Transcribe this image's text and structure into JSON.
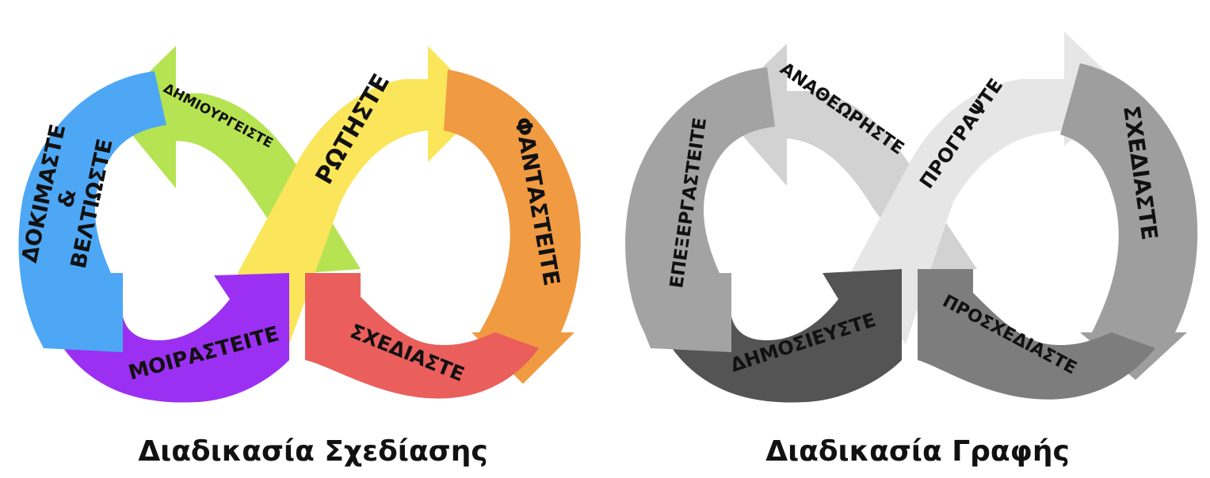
{
  "design_process": {
    "caption": "Διαδικασία Σχεδίασης",
    "segments": [
      {
        "id": "create",
        "label": "ΔΗΜΙΟΥΡΓΕΙΣΤΕ",
        "color": "#b6e352"
      },
      {
        "id": "ask",
        "label": "ΡΩΤΗΣΤΕ",
        "color": "#fbe55a"
      },
      {
        "id": "imagine",
        "label": "ΦΑΝΤΑΣΤΕΙΤΕ",
        "color": "#f09a42"
      },
      {
        "id": "design",
        "label": "ΣΧΕΔΙΑΣΤΕ",
        "color": "#ea5e5b"
      },
      {
        "id": "share",
        "label": "ΜΟΙΡΑΣΤΕΙΤΕ",
        "color": "#9b30f2"
      },
      {
        "id": "test",
        "label_line1": "ΔΟΚΙΜΑΣΤΕ",
        "label_amp": "&",
        "label_line2": "ΒΕΛΤΙΩΣΤΕ",
        "color": "#4da7f5"
      }
    ]
  },
  "writing_process": {
    "caption": "Διαδικασία Γραφής",
    "segments": [
      {
        "id": "review",
        "label": "ΑΝΑΘΕΩΡΗΣΤΕ",
        "color": "#d2d2d2"
      },
      {
        "id": "draft",
        "label": "ΠΡΟΓΡΑΨΤΕ",
        "color": "#e6e6e6"
      },
      {
        "id": "plan",
        "label": "ΣΧΕΔΙΑΣΤΕ",
        "color": "#9e9e9e"
      },
      {
        "id": "outline",
        "label": "ΠΡΟΣΧΕΔΙΑΣΤΕ",
        "color": "#7d7d7d"
      },
      {
        "id": "publish",
        "label": "ΔΗΜΟΣΙΕΥΣΤΕ",
        "color": "#545454"
      },
      {
        "id": "edit",
        "label": "ΕΠΕΞΕΡΓΑΣΤΕΙΤΕ",
        "color": "#a3a3a3"
      }
    ]
  }
}
